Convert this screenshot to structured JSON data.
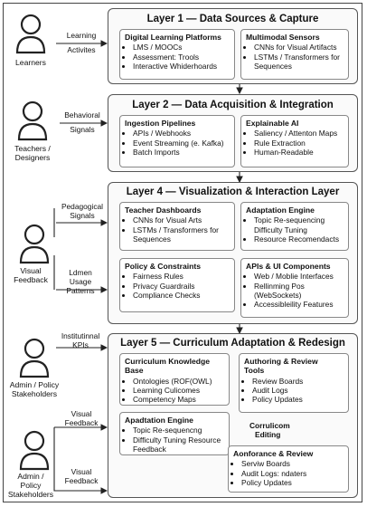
{
  "actors": {
    "learners": "Learners",
    "teachers": [
      "Teachers /",
      "Designers"
    ],
    "visual_feedback_actor": [
      "Visual",
      "Feedback"
    ],
    "admin_top": [
      "Admin / Policy",
      "Stakeholders"
    ],
    "admin_bottom": [
      "Admin /",
      "Policy",
      "Stakeholders"
    ]
  },
  "edge_labels": {
    "learning": [
      "Learning",
      "Activites"
    ],
    "behavioral": [
      "Behavioral",
      "Signals"
    ],
    "pedagogical": [
      "Pedagogical",
      "Signals"
    ],
    "ldmen": [
      "Ldmen",
      "Usage",
      "Patterns"
    ],
    "institutional": [
      "Institutinnal",
      "KPIs"
    ],
    "visual_feedback_1": [
      "Visual",
      "Feedback"
    ],
    "visual_feedback_2": [
      "Visual",
      "Feedback"
    ]
  },
  "layer1": {
    "title": "Layer 1 — Data Sources & Capture",
    "box_a": {
      "title": "Digital Learning Platforms",
      "items": [
        "LMS / MOOCs",
        "Assessment: Trools",
        "Interactive Whiderhoards"
      ]
    },
    "box_b": {
      "title": "Multimodal Sensors",
      "items": [
        "CNNs for Visual Artifacts",
        "LSTMs / Transformers for Sequences"
      ]
    }
  },
  "layer2": {
    "title": "Layer 2 — Data Acquisition & Integration",
    "box_a": {
      "title": "Ingestion Pipelines",
      "items": [
        "APIs / Webhooks",
        "Event Streaming (e. Kafka)",
        "Batch Imports"
      ]
    },
    "box_b": {
      "title": "Explainable AI",
      "items": [
        "Saliency / Attenton Maps",
        "Rule Extraction",
        "Human-Readable"
      ]
    }
  },
  "layer4": {
    "title": "Layer 4 — Visualization & Interaction Layer",
    "box_a": {
      "title": "Teacher Dashboards",
      "items": [
        "CNNs for Visual Arts",
        "LSTMs / Transformers for Sequences"
      ]
    },
    "box_b": {
      "title": "Adaptation Engine",
      "items": [
        "Topic Re-sequencing Difficulty Tuning",
        "Resource Recomendacts"
      ]
    },
    "box_c": {
      "title": "Policy & Constraints",
      "items": [
        "Fairness Rules",
        "Privacy Guardrails",
        "Compliance Checks"
      ]
    },
    "box_d": {
      "title": "APIs & UI Components",
      "items": [
        "Web / Moblie Interfaces",
        "Rellinming Pos (WebSockets)",
        "Accessibleility Features"
      ]
    }
  },
  "layer5": {
    "title": "Layer 5 — Curriculum Adaptation & Redesign",
    "box_a": {
      "title": "Curriculum Knowledge Base",
      "items": [
        "Ontologies (ROF(OWL)",
        "Learning Culicomes",
        "Competency Maps"
      ]
    },
    "box_b": {
      "title": "Authoring & Review Tools",
      "items": [
        "Review Boards",
        "Audit Logs",
        "Policy Updates"
      ]
    },
    "box_c": {
      "title": "Apadtation Engine",
      "items": [
        "Topic Re-sequencng",
        "Difficulty Tuning Resource Feedback"
      ]
    },
    "free_label": [
      "Corrulicom",
      "Editing"
    ],
    "box_d": {
      "title": "Aonforance & Review",
      "items": [
        "Serviw Boards",
        "Audit Logs: ndaters",
        "Policy Updates"
      ]
    }
  }
}
